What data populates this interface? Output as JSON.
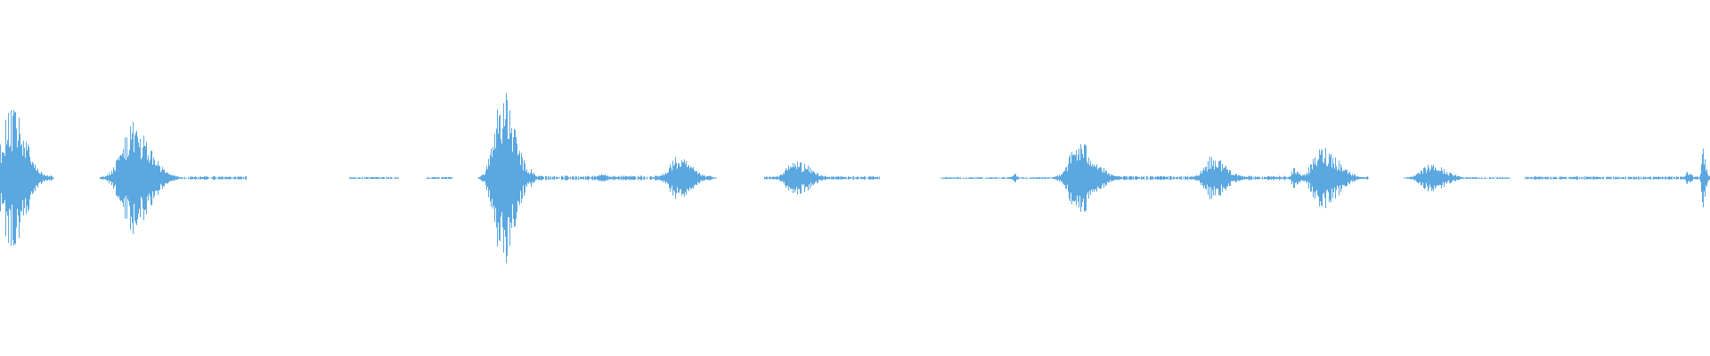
{
  "waveform": {
    "color": "#5ba7e0",
    "background": "#ffffff",
    "duration_units": 1920,
    "amplitude_max": 1.0,
    "bursts": [
      {
        "t": 12,
        "amp": 0.78,
        "width": 30
      },
      {
        "t": 148,
        "amp": 0.62,
        "width": 36
      },
      {
        "t": 563,
        "amp": 1.0,
        "width": 26
      },
      {
        "t": 596,
        "amp": 0.1,
        "width": 6
      },
      {
        "t": 676,
        "amp": 0.05,
        "width": 14
      },
      {
        "t": 760,
        "amp": 0.24,
        "width": 28
      },
      {
        "t": 893,
        "amp": 0.2,
        "width": 30
      },
      {
        "t": 1138,
        "amp": 0.06,
        "width": 5
      },
      {
        "t": 1211,
        "amp": 0.42,
        "width": 32
      },
      {
        "t": 1361,
        "amp": 0.25,
        "width": 28
      },
      {
        "t": 1453,
        "amp": 0.12,
        "width": 10
      },
      {
        "t": 1485,
        "amp": 0.36,
        "width": 32
      },
      {
        "t": 1606,
        "amp": 0.16,
        "width": 30
      },
      {
        "t": 1895,
        "amp": 0.08,
        "width": 8
      },
      {
        "t": 1912,
        "amp": 0.34,
        "width": 5
      }
    ],
    "noise_segments": [
      [
        0,
        60,
        0.02
      ],
      [
        112,
        278,
        0.012
      ],
      [
        392,
        448,
        0.008
      ],
      [
        478,
        508,
        0.008
      ],
      [
        538,
        802,
        0.018
      ],
      [
        858,
        988,
        0.012
      ],
      [
        1056,
        1186,
        0.006
      ],
      [
        1188,
        1536,
        0.015
      ],
      [
        1580,
        1696,
        0.008
      ],
      [
        1712,
        1920,
        0.012
      ]
    ]
  }
}
